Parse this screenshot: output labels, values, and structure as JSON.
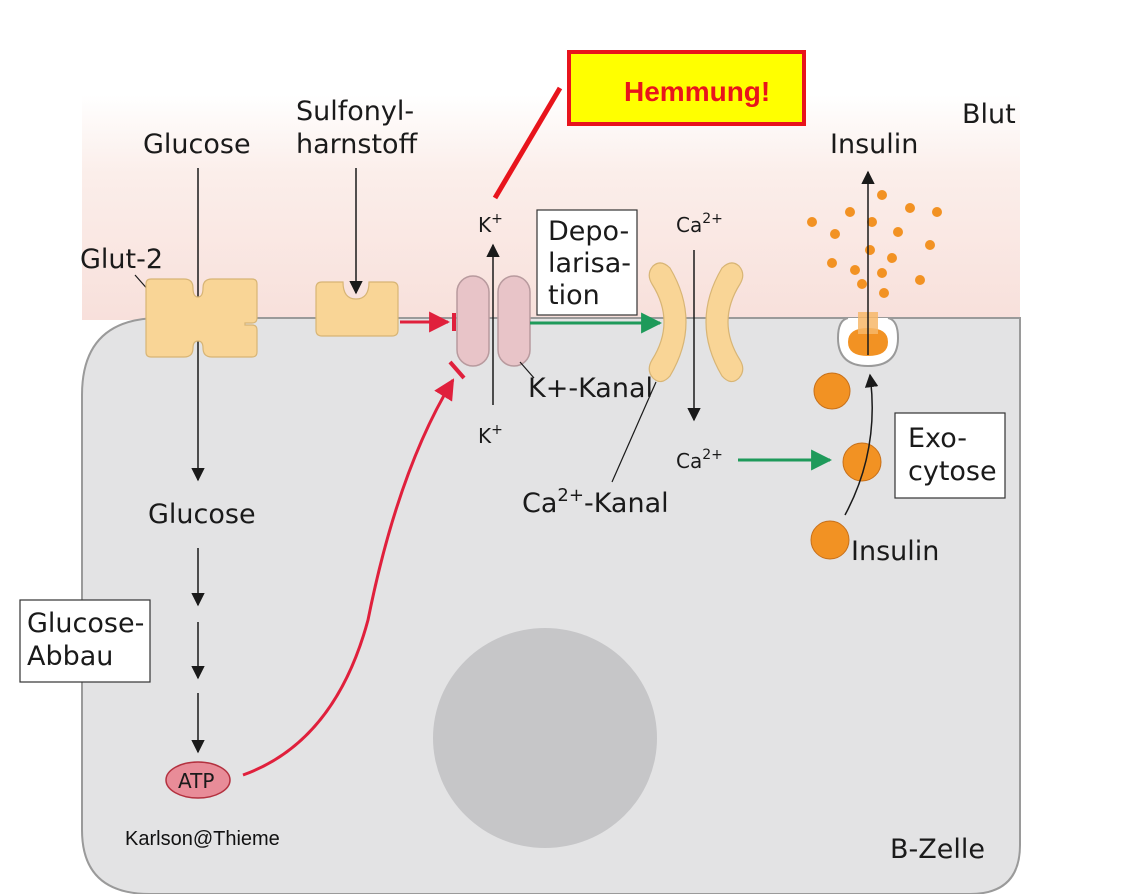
{
  "labels": {
    "hemmung": "Hemmung!",
    "blut": "Blut",
    "glucose_top": "Glucose",
    "sulfonyl_line1": "Sulfonyl-",
    "sulfonyl_line2": "harnstoff",
    "glut2": "Glut-2",
    "kplus_top_base": "K",
    "kplus_top_sup": "+",
    "kplus_bottom_base": "K",
    "kplus_bottom_sup": "+",
    "depol_line1": "Depo-",
    "depol_line2": "larisa-",
    "depol_line3": "tion",
    "ca_top_base": "Ca",
    "ca_top_sup": "2+",
    "ca_mid_base": "Ca",
    "ca_mid_sup": "2+",
    "insulin_top": "Insulin",
    "k_kanal": "K+-Kanal",
    "ca_kanal_base": "Ca",
    "ca_kanal_sup": "2+",
    "ca_kanal_rest": "-Kanal",
    "exo_line1": "Exo-",
    "exo_line2": "cytose",
    "insulin_bottom": "Insulin",
    "glucose_mid": "Glucose",
    "abbau_line1": "Glucose-",
    "abbau_line2": "Abbau",
    "atp": "ATP",
    "copyright": "Karlson@Thieme",
    "bzelle": "B-Zelle"
  },
  "colors": {
    "blood_zone": "#fbe9e5",
    "cell_fill": "#e3e3e4",
    "cell_stroke": "#9a9a9a",
    "nucleus": "#c6c6c8",
    "transporter": "#f9d596",
    "k_channel": "#e8c4c8",
    "insulin_granule": "#f29223",
    "inhibit_red": "#e0203c",
    "green_arrow": "#1e9a5a",
    "hemmung_bg": "#ffff00",
    "hemmung_border": "#e8141c"
  }
}
